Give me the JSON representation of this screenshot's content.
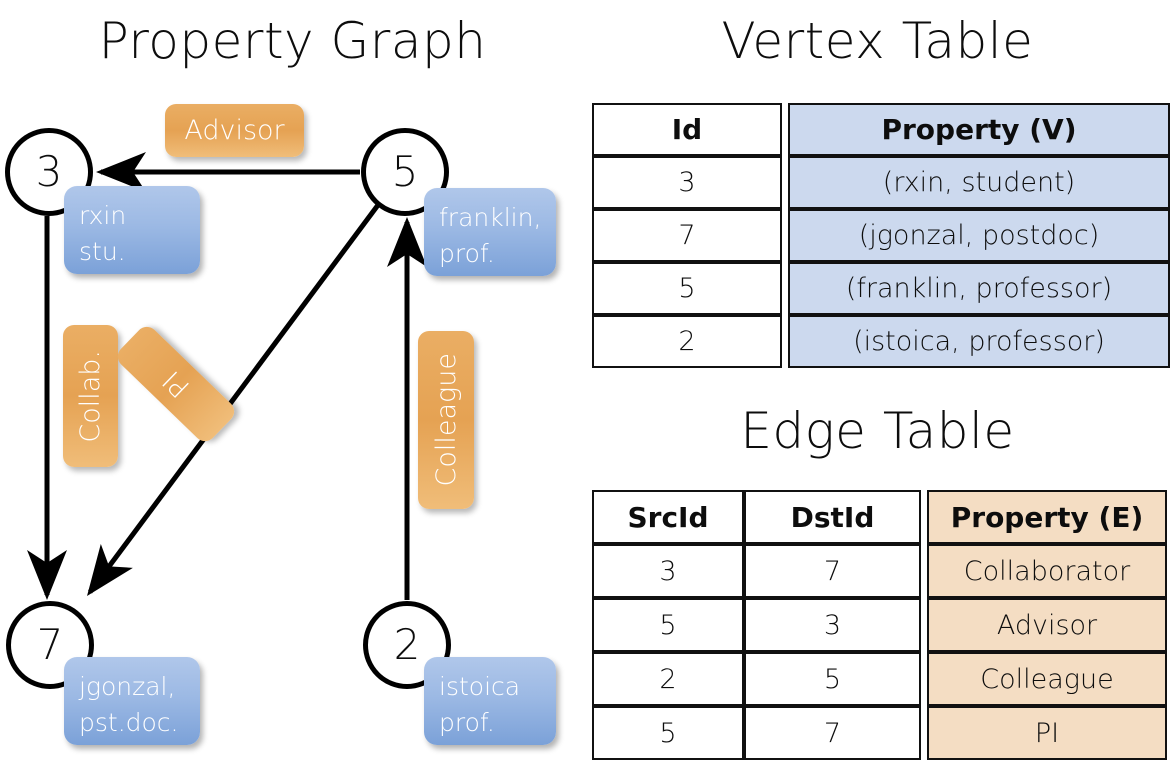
{
  "titles": {
    "property_graph": "Property Graph",
    "vertex_table": "Vertex Table",
    "edge_table": "Edge Table"
  },
  "graph": {
    "nodes": [
      {
        "id": "3",
        "prop_line1": "rxin",
        "prop_line2": "stu."
      },
      {
        "id": "5",
        "prop_line1": "franklin,",
        "prop_line2": "prof."
      },
      {
        "id": "7",
        "prop_line1": "jgonzal,",
        "prop_line2": "pst.doc."
      },
      {
        "id": "2",
        "prop_line1": "istoica",
        "prop_line2": "prof."
      }
    ],
    "edge_labels": [
      {
        "name": "advisor",
        "text": "Advisor"
      },
      {
        "name": "collab",
        "text": "Collab."
      },
      {
        "name": "pi",
        "text": "PI"
      },
      {
        "name": "colleague",
        "text": "Colleague"
      }
    ],
    "edges": [
      {
        "src": "5",
        "dst": "3",
        "label": "Advisor"
      },
      {
        "src": "3",
        "dst": "7",
        "label": "Collab."
      },
      {
        "src": "5",
        "dst": "7",
        "label": "PI"
      },
      {
        "src": "2",
        "dst": "5",
        "label": "Colleague"
      }
    ]
  },
  "vertex_table": {
    "headers": [
      "Id",
      "Property (V)"
    ],
    "rows": [
      {
        "id": "3",
        "property": "(rxin, student)"
      },
      {
        "id": "7",
        "property": "(jgonzal, postdoc)"
      },
      {
        "id": "5",
        "property": "(franklin, professor)"
      },
      {
        "id": "2",
        "property": "(istoica, professor)"
      }
    ]
  },
  "edge_table": {
    "headers": [
      "SrcId",
      "DstId",
      "Property (E)"
    ],
    "rows": [
      {
        "src": "3",
        "dst": "7",
        "property": "Collaborator"
      },
      {
        "src": "5",
        "dst": "3",
        "property": "Advisor"
      },
      {
        "src": "2",
        "dst": "5",
        "property": "Colleague"
      },
      {
        "src": "5",
        "dst": "7",
        "property": "PI"
      }
    ]
  },
  "colors": {
    "vertex_property_fill": "#ccd9ee",
    "edge_property_fill": "#f4ddc3",
    "node_box_blue": "#9cb9e4",
    "edge_label_orange": "#e5a253",
    "stroke": "#000000"
  }
}
